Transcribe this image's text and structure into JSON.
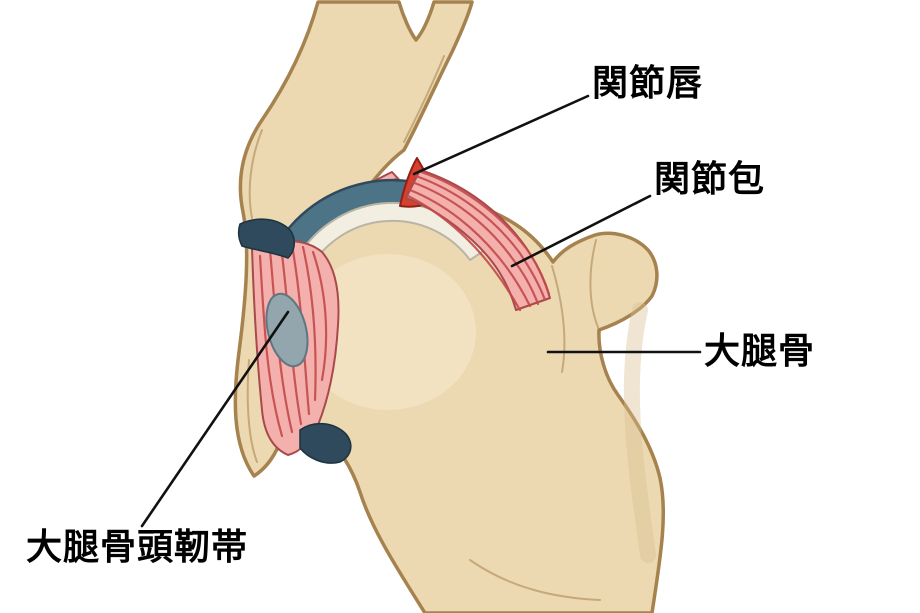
{
  "labels": {
    "labrum": "関節唇",
    "capsule": "関節包",
    "femur": "大腿骨",
    "ligament": "大腿骨頭靭帯"
  },
  "colors": {
    "background": "#ffffff",
    "label_text": "#000000",
    "leader_line": "#111111",
    "bone_fill": "#ecd9b2",
    "bone_outline": "#a5824e",
    "bone_shade": "#d9bd8e",
    "capsule_pink": "#f4b0ad",
    "capsule_stripe": "#c24a4a",
    "capsule_outline": "#a8494c",
    "cartilage_blue": "#4c7386",
    "cartilage_dark": "#2e4a5c",
    "cartilage_white": "#f2eee2",
    "cartilage_white_outline": "#b9b4a4",
    "labrum_red": "#d6402c",
    "labrum_outline": "#8e2117",
    "ligament_gray": "#93a6ad",
    "ligament_outline": "#5f7780"
  }
}
